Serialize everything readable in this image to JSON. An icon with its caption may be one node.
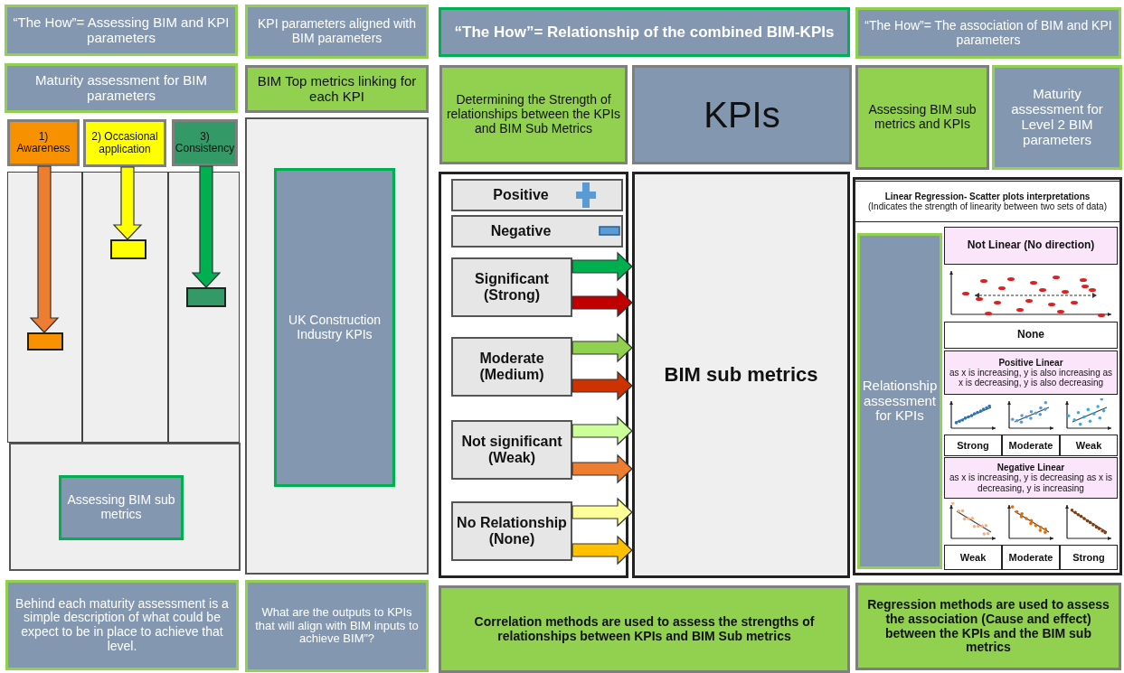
{
  "diagram": {
    "nodes": [
      {
        "text": [
          "“The How”= Assessing BIM and KPI parameters"
        ]
      },
      {
        "text": [
          "Maturity assessment for BIM parameters"
        ]
      },
      {
        "text": [
          "1) Awareness"
        ]
      },
      {
        "text": [
          "2) Occasional application"
        ]
      },
      {
        "text": [
          "3) Consistency"
        ]
      },
      {
        "text": [],
        "shape": "box"
      },
      {
        "text": [],
        "shape": "box"
      },
      {
        "text": [],
        "shape": "box"
      },
      {
        "text": [],
        "shape": "box"
      },
      {
        "text": [
          "Assessing BIM sub metrics"
        ],
        "in": 8
      },
      {
        "text": [
          "Behind each maturity assessment is a simple description of what could be expect to be in place to achieve that level."
        ]
      },
      {
        "text": [
          "KPI parameters aligned with BIM parameters"
        ]
      },
      {
        "text": [
          "BIM Top metrics linking for each KPI"
        ]
      },
      {
        "text": [],
        "shape": "box"
      },
      {
        "text": [
          "UK Construction Industry KPIs"
        ],
        "in": 13
      },
      {
        "text": [
          "What are the outputs to KPIs that will align with BIM inputs to achieve BIM”?"
        ]
      },
      {
        "text": [
          "“The How”= Relationship of the combined BIM-KPIs"
        ]
      },
      {
        "text": [
          "Determining the Strength of relationships between the KPIs and BIM Sub Metrics"
        ]
      },
      {
        "text": [
          "KPIs"
        ]
      },
      {
        "text": [],
        "shape": "box"
      },
      {
        "text": [
          "Positive"
        ],
        "in": 19
      },
      {
        "text": [
          "Negative"
        ],
        "in": 19
      },
      {
        "text": [
          "Significant (Strong)"
        ],
        "in": 19
      },
      {
        "text": [
          "Moderate (Medium)"
        ],
        "in": 19
      },
      {
        "text": [
          "Not significant (Weak)"
        ],
        "in": 19
      },
      {
        "text": [
          "No Relationship (None)"
        ],
        "in": 19
      },
      {
        "text": [
          "BIM sub metrics"
        ]
      },
      {
        "text": [
          "Correlation methods are used to assess the strengths of relationships between KPIs and BIM Sub metrics"
        ]
      },
      {
        "text": [
          "“The How”= The association of BIM and KPI parameters"
        ]
      },
      {
        "text": [
          "Assessing BIM sub metrics and KPIs"
        ]
      },
      {
        "text": [
          "Maturity assessment for Level 2 BIM parameters"
        ]
      },
      {
        "text": [],
        "shape": "box"
      },
      {
        "text": [
          "Linear Regression- Scatter plots interpretations",
          "(Indicates the strength of linearity between two sets of data)"
        ],
        "in": 31
      },
      {
        "text": [
          "Relationship assessment for KPIs"
        ],
        "in": 31
      },
      {
        "text": [
          "Not Linear (No direction)"
        ],
        "in": 31
      },
      {
        "text": [
          "None"
        ],
        "in": 31
      },
      {
        "text": [
          "Positive Linear",
          "as x is increasing, y is also increasing as x is decreasing, y is also decreasing"
        ],
        "in": 31
      },
      {
        "text": [
          "Strong"
        ],
        "in": 31
      },
      {
        "text": [
          "Moderate"
        ],
        "in": 31
      },
      {
        "text": [
          "Weak"
        ],
        "in": 31
      },
      {
        "text": [
          "Negative Linear",
          "as x is increasing, y is decreasing as x is decreasing, y is increasing"
        ],
        "in": 31
      },
      {
        "text": [
          "Weak"
        ],
        "in": 31
      },
      {
        "text": [
          "Moderate"
        ],
        "in": 31
      },
      {
        "text": [
          "Strong"
        ],
        "in": 31
      },
      {
        "text": [
          "Regression methods are used to assess the association (Cause and effect) between the KPIs and the BIM sub metrics"
        ]
      }
    ],
    "edges": [
      {
        "from": 2,
        "to": 5,
        "arrow": "to",
        "color": "#ed7d31"
      },
      {
        "from": 3,
        "to": 6,
        "arrow": "to",
        "color": "#ffff00"
      },
      {
        "from": 4,
        "to": 7,
        "arrow": "to",
        "color": "#00b050"
      },
      {
        "from": 22,
        "to": 26,
        "arrow": "to",
        "color": "#00b050"
      },
      {
        "from": 22,
        "to": 26,
        "arrow": "to",
        "color": "#c00000"
      },
      {
        "from": 23,
        "to": 26,
        "arrow": "to",
        "color": "#92d050"
      },
      {
        "from": 23,
        "to": 26,
        "arrow": "to",
        "color": "#cc3300"
      },
      {
        "from": 24,
        "to": 26,
        "arrow": "to",
        "color": "#ccff99"
      },
      {
        "from": 24,
        "to": 26,
        "arrow": "to",
        "color": "#ed7d31"
      },
      {
        "from": 25,
        "to": 26,
        "arrow": "to",
        "color": "#ffff99"
      },
      {
        "from": 25,
        "to": 26,
        "arrow": "to",
        "color": "#ffc000"
      }
    ]
  }
}
